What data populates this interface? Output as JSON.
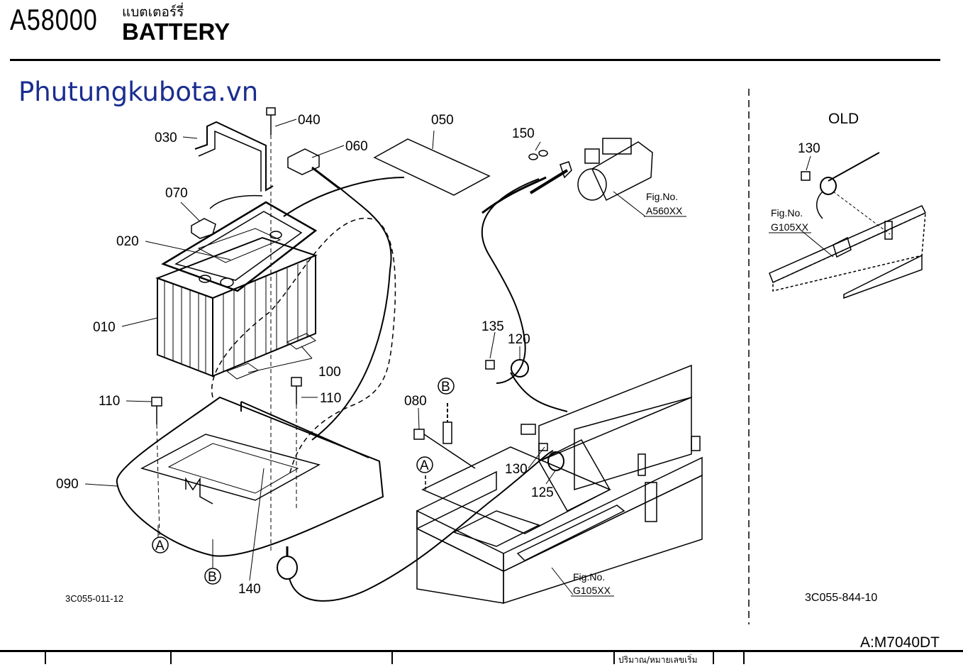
{
  "header": {
    "code": "A58000",
    "title_thai": "แบตเตอร์รี่",
    "title_en": "BATTERY"
  },
  "watermark": "Phutungkubota.vn",
  "main_diagram": {
    "part_labels": [
      "030",
      "040",
      "060",
      "050",
      "150",
      "070",
      "020",
      "010",
      "100",
      "110",
      "110",
      "090",
      "140",
      "080",
      "130",
      "125",
      "135",
      "120"
    ],
    "circle_refs": [
      "A",
      "B",
      "A",
      "B"
    ],
    "fig_refs": [
      {
        "label": "Fig.No.",
        "value": "A560XX"
      },
      {
        "label": "Fig.No.",
        "value": "G105XX"
      }
    ],
    "drawing_no": "3C055-011-12"
  },
  "old_diagram": {
    "title": "OLD",
    "part_labels": [
      "130"
    ],
    "fig_ref": {
      "label": "Fig.No.",
      "value": "G105XX"
    },
    "drawing_no": "3C055-844-10"
  },
  "model": "A:M7040DT",
  "table": {
    "qty_header": "ปริมาณ/หมายเลขเริ่ม"
  }
}
